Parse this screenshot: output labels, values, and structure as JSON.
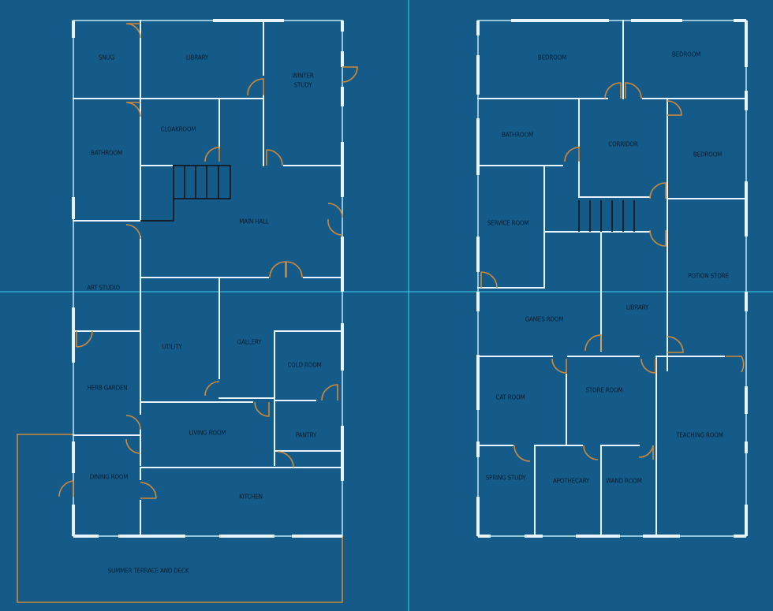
{
  "ground_floor": {
    "rooms": [
      {
        "id": "snug",
        "label": "SNUG"
      },
      {
        "id": "library",
        "label": "LIBRARY"
      },
      {
        "id": "winter-study",
        "label": "WINTER",
        "label2": "STUDY"
      },
      {
        "id": "cloakroom",
        "label": "CLOAKROOM"
      },
      {
        "id": "bathroom",
        "label": "BATHROOM"
      },
      {
        "id": "main-hall",
        "label": "MAIN HALL"
      },
      {
        "id": "art-studio",
        "label": "ART STUDIO"
      },
      {
        "id": "utility",
        "label": "UTILITY"
      },
      {
        "id": "gallery",
        "label": "GALLERY"
      },
      {
        "id": "cold-room",
        "label": "COLD ROOM"
      },
      {
        "id": "herb-garden",
        "label": "HERB GARDEN"
      },
      {
        "id": "living-room",
        "label": "LIVING ROOM"
      },
      {
        "id": "pantry",
        "label": "PANTRY"
      },
      {
        "id": "dining-room",
        "label": "DINING ROOM"
      },
      {
        "id": "kitchen",
        "label": "KITCHEN"
      },
      {
        "id": "summer-terrace",
        "label": "SUMMER TERRACE AND DECK"
      }
    ]
  },
  "upper_floor": {
    "rooms": [
      {
        "id": "bedroom-1",
        "label": "BEDROOM"
      },
      {
        "id": "bedroom-2",
        "label": "BEDROOM"
      },
      {
        "id": "bathroom",
        "label": "BATHROOM"
      },
      {
        "id": "corridor",
        "label": "CORRIDOR"
      },
      {
        "id": "bedroom-3",
        "label": "BEDROOM"
      },
      {
        "id": "service-room",
        "label": "SERVICE ROOM"
      },
      {
        "id": "potion-store",
        "label": "POTION STORE"
      },
      {
        "id": "games-room",
        "label": "GAMES ROOM"
      },
      {
        "id": "library",
        "label": "LIBRARY"
      },
      {
        "id": "cat-room",
        "label": "CAT ROOM"
      },
      {
        "id": "store-room",
        "label": "STORE ROOM"
      },
      {
        "id": "teaching-room",
        "label": "TEACHING ROOM"
      },
      {
        "id": "spring-study",
        "label": "SPRING STUDY"
      },
      {
        "id": "apothecary",
        "label": "APOTHECARY"
      },
      {
        "id": "wand-room",
        "label": "WAND ROOM"
      }
    ]
  },
  "colors": {
    "background": "#145b8a",
    "wall": "#e8f4fb",
    "door": "#d08a3a",
    "guide": "#3fd0f0",
    "stair": "#111111"
  }
}
